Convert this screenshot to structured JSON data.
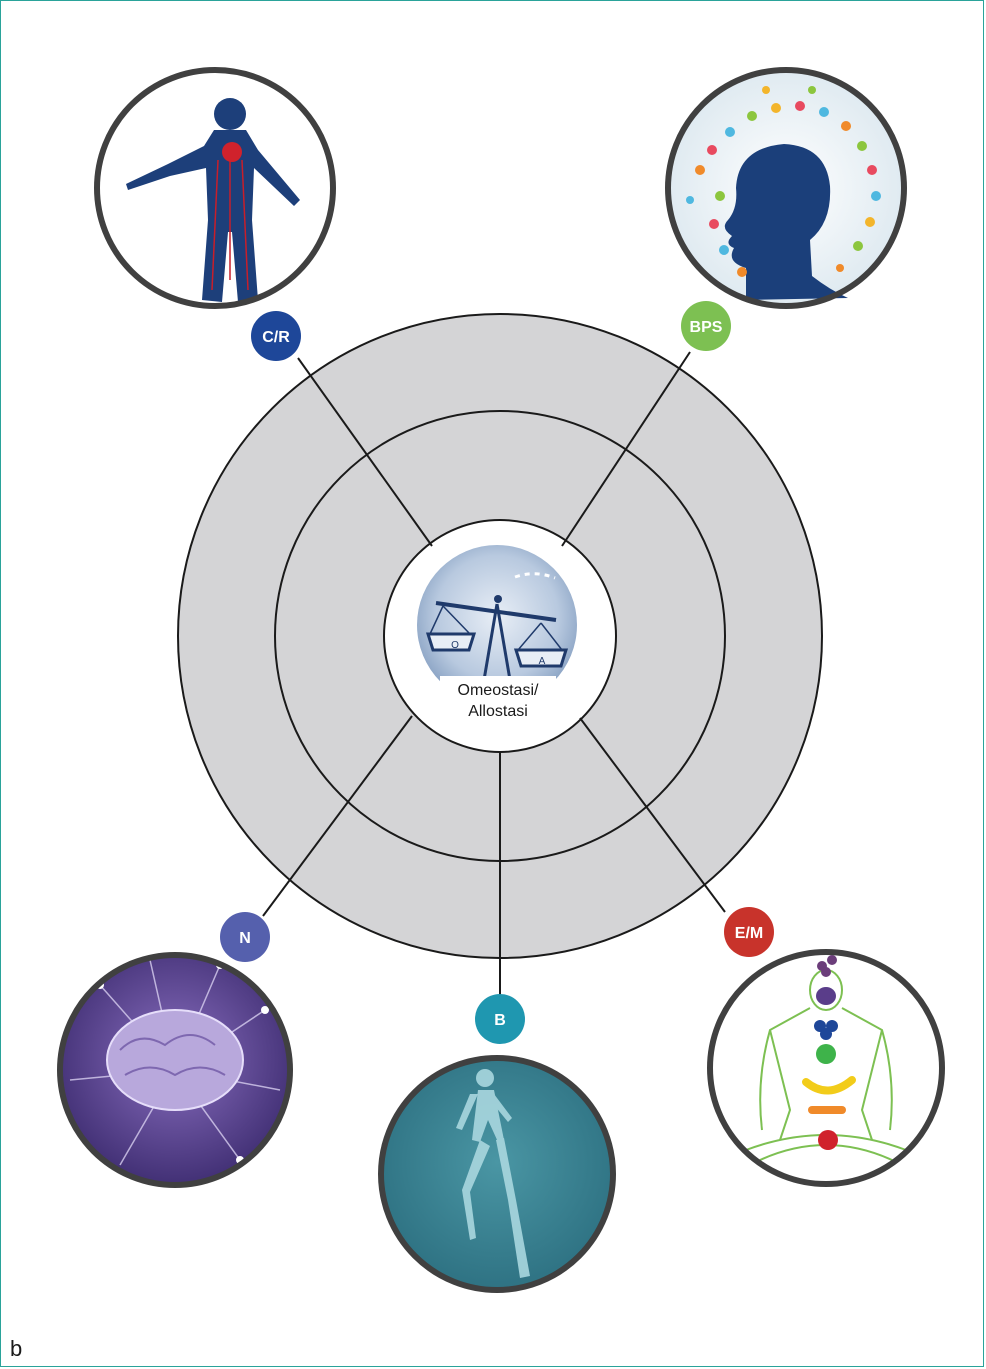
{
  "center": {
    "line1": "Omeostasi/",
    "line2": "Allostasi",
    "scale_left_letter": "O",
    "scale_right_letter": "A"
  },
  "nodes": [
    {
      "id": "cr",
      "label": "C/R",
      "color": "#1e4799",
      "image": "circulatory-system-image"
    },
    {
      "id": "bps",
      "label": "BPS",
      "color": "#7dc052",
      "image": "head-silhouette-image"
    },
    {
      "id": "n",
      "label": "N",
      "color": "#5560ad",
      "image": "brain-image"
    },
    {
      "id": "b",
      "label": "B",
      "color": "#1f97b0",
      "image": "running-body-image"
    },
    {
      "id": "em",
      "label": "E/M",
      "color": "#c8332b",
      "image": "meditation-chakra-image"
    }
  ],
  "colors": {
    "ring_fill": "#d4d4d6",
    "ring_stroke": "#1a1a1a",
    "frame_border": "#2aa39a"
  },
  "panel_label": "b"
}
